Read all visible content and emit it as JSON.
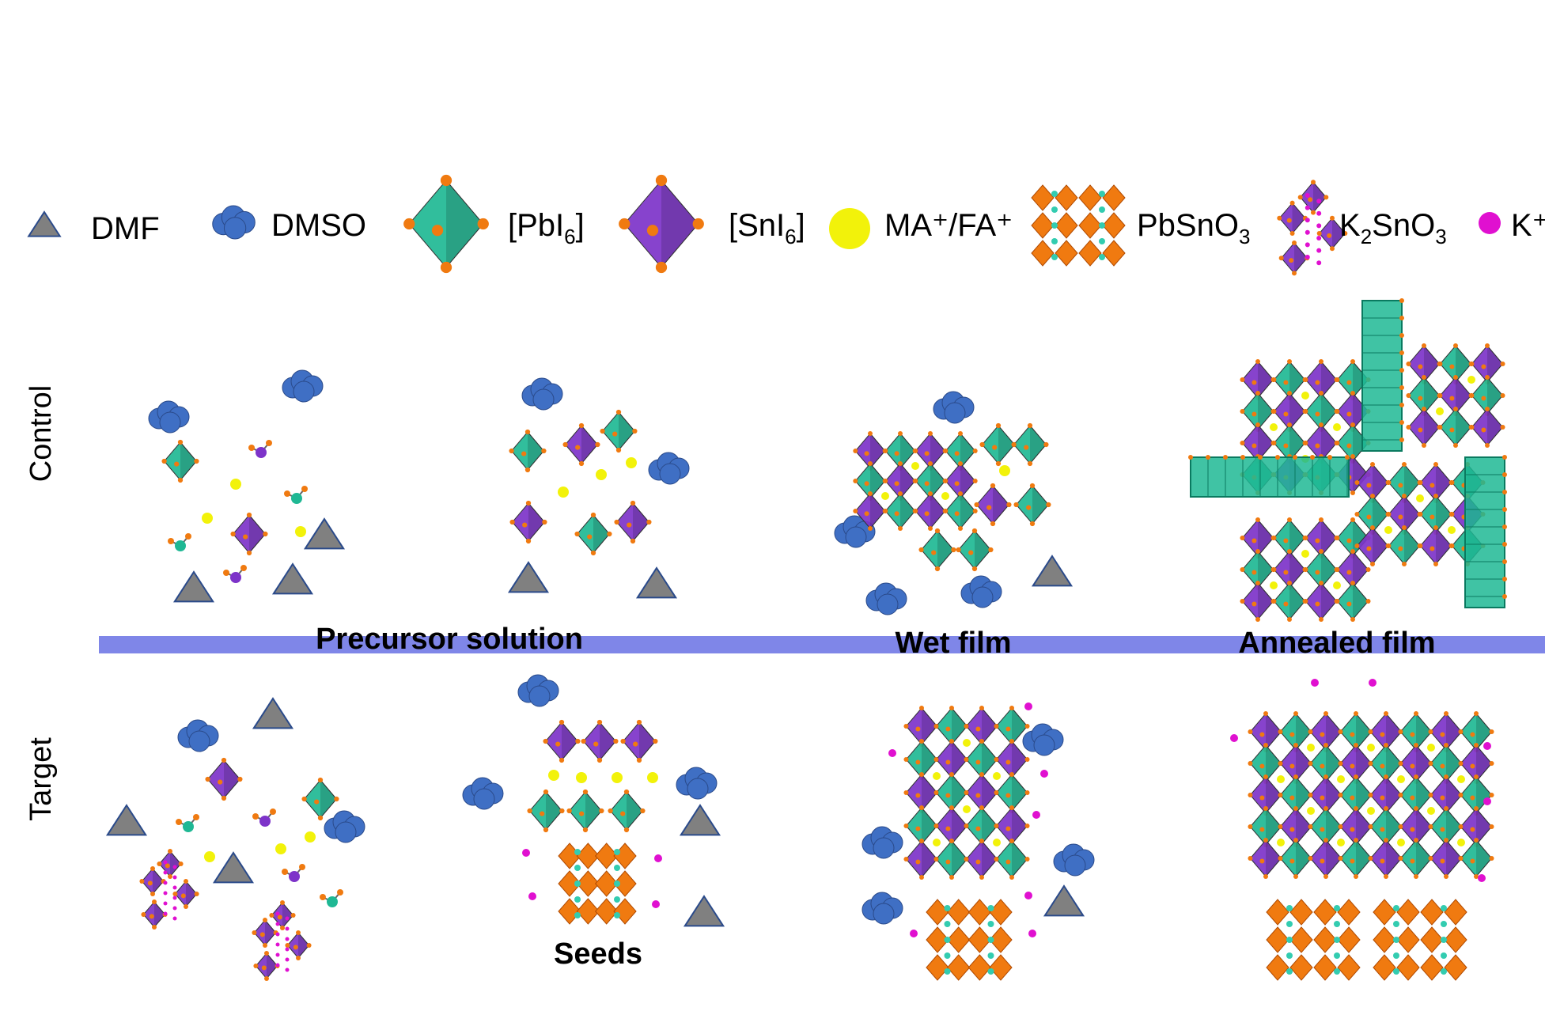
{
  "legend": [
    {
      "icon": "dmf-triangle-icon",
      "text": "DMF",
      "sub": "",
      "tail": ""
    },
    {
      "icon": "dmso-cloud-icon",
      "text": "DMSO",
      "sub": "",
      "tail": ""
    },
    {
      "icon": "pbi6-octahedron-icon",
      "text": "[PbI",
      "sub": "6",
      "tail": "]"
    },
    {
      "icon": "sni6-octahedron-icon",
      "text": "[SnI",
      "sub": "6",
      "tail": "]"
    },
    {
      "icon": "ma-fa-sphere-icon",
      "text": "MA⁺/FA⁺",
      "sub": "",
      "tail": ""
    },
    {
      "icon": "pbsno3-structure-icon",
      "text": "PbSnO",
      "sub": "3",
      "tail": ""
    },
    {
      "icon": "k2sno3-structure-icon",
      "text": "K",
      "sub": "2",
      "tail": "SnO",
      "sub2": "3"
    },
    {
      "icon": "k-ion-sphere-icon",
      "text": "K⁺",
      "sub": "",
      "tail": ""
    }
  ],
  "rows": {
    "control": "Control",
    "target": "Target"
  },
  "stages": {
    "precursor": "Precursor solution",
    "wet": "Wet film",
    "annealed": "Annealed film",
    "seeds": "Seeds"
  },
  "colors": {
    "pbi6": "#1fb894",
    "sni6": "#7d33c9",
    "iodide": "#f07a10",
    "dmf": "#808080",
    "dmso": "#3f6fc4",
    "ma_fa": "#f2f20a",
    "k": "#e010d0",
    "band": "#7f86e8",
    "pbsno3": "#f07a10"
  }
}
